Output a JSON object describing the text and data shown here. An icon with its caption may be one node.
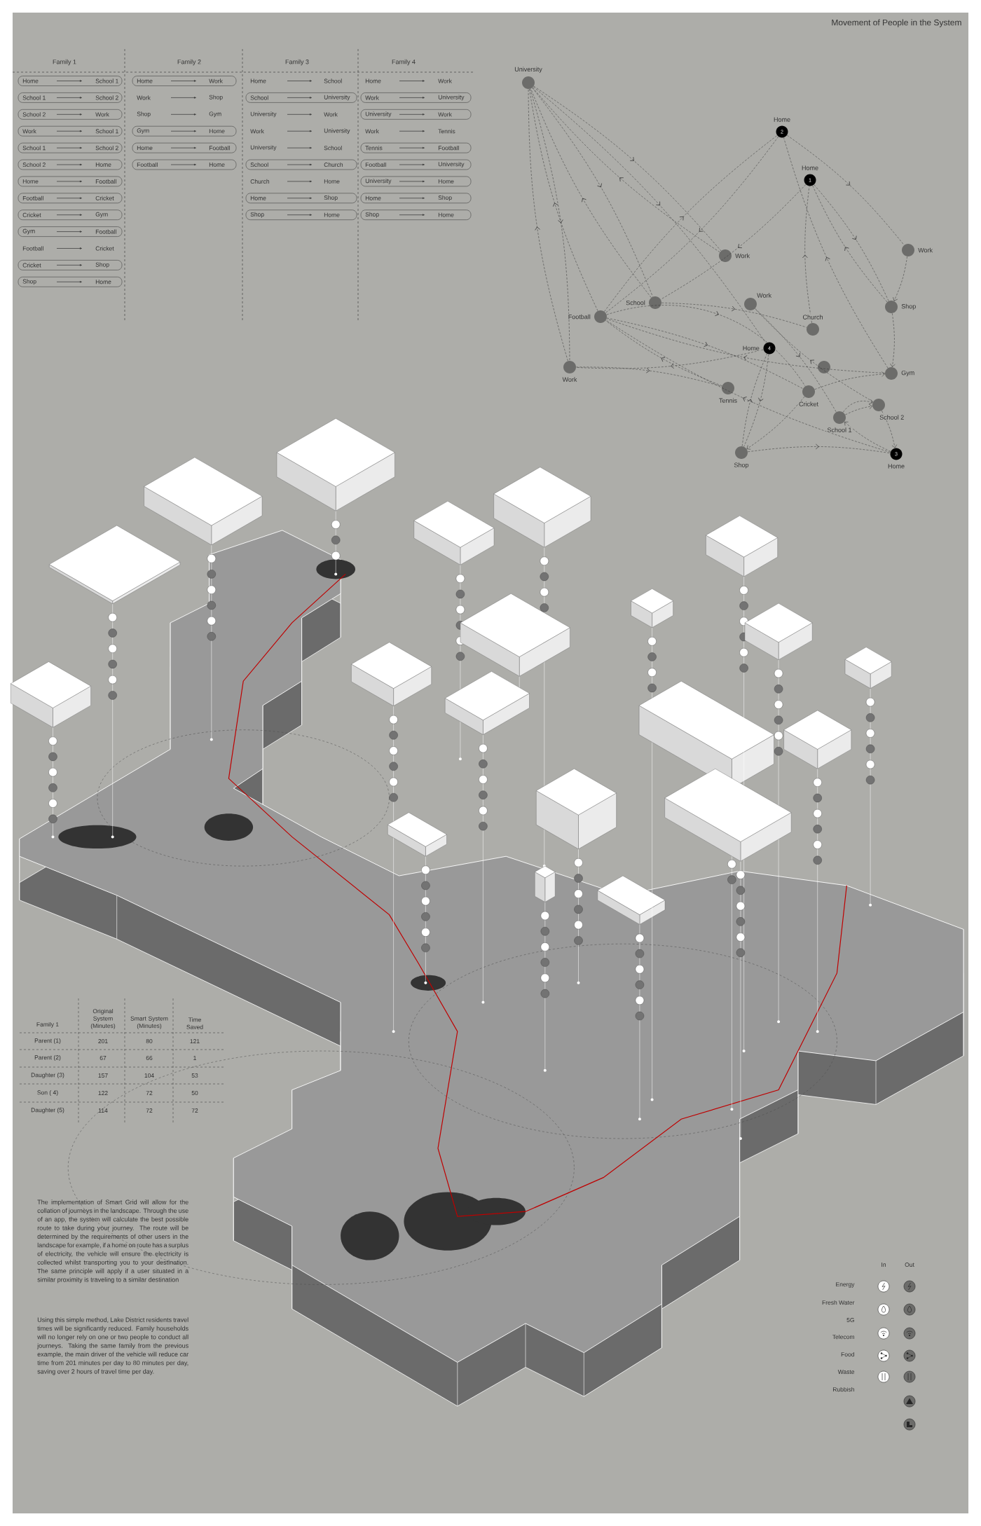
{
  "diagram": {
    "title": "Movement of People in the System",
    "nodes": [
      {
        "text": [],
        "shape": "circle",
        "beside": [
          "University"
        ]
      },
      {
        "text": [
          "2"
        ],
        "beside": [
          "Home"
        ]
      },
      {
        "text": [
          "1"
        ],
        "beside": [
          "Home"
        ]
      },
      {
        "text": [],
        "shape": "circle",
        "beside": [
          "Work"
        ]
      },
      {
        "text": [],
        "shape": "circle",
        "beside": [
          "Work"
        ]
      },
      {
        "text": [],
        "shape": "circle",
        "beside": [
          "School"
        ]
      },
      {
        "text": [],
        "shape": "circle",
        "beside": [
          "Work"
        ]
      },
      {
        "text": [],
        "shape": "circle",
        "beside": [
          "Football"
        ]
      },
      {
        "text": [],
        "shape": "circle",
        "beside": [
          "Shop"
        ]
      },
      {
        "text": [],
        "shape": "circle",
        "beside": [
          "Church"
        ]
      },
      {
        "text": [
          "4"
        ],
        "beside": [
          "Home"
        ]
      },
      {
        "text": [],
        "shape": "circle"
      },
      {
        "text": [],
        "shape": "circle",
        "beside": [
          "Gym"
        ]
      },
      {
        "text": [],
        "shape": "circle",
        "beside": [
          "Work"
        ]
      },
      {
        "text": [],
        "shape": "circle",
        "beside": [
          "Tennis"
        ]
      },
      {
        "text": [],
        "shape": "circle",
        "beside": [
          "Cricket"
        ]
      },
      {
        "text": [],
        "shape": "circle",
        "beside": [
          "School 1"
        ]
      },
      {
        "text": [],
        "shape": "circle",
        "beside": [
          "School 2"
        ]
      },
      {
        "text": [],
        "shape": "circle",
        "beside": [
          "Shop"
        ]
      },
      {
        "text": [
          "3"
        ],
        "beside": [
          "Home"
        ]
      }
    ],
    "edges": [
      {
        "from": 19,
        "to": 16,
        "arrow": "to",
        "style": "dashed"
      },
      {
        "from": 16,
        "to": 17,
        "arrow": "to",
        "style": "dashed"
      },
      {
        "from": 17,
        "to": 6,
        "arrow": "to",
        "style": "dashed"
      },
      {
        "from": 6,
        "to": 16,
        "arrow": "to",
        "style": "dashed"
      },
      {
        "from": 16,
        "to": 17,
        "arrow": "to",
        "style": "dashed"
      },
      {
        "from": 17,
        "to": 19,
        "arrow": "to",
        "style": "dashed"
      },
      {
        "from": 19,
        "to": 7,
        "arrow": "to",
        "style": "dashed"
      },
      {
        "from": 7,
        "to": 15,
        "arrow": "to",
        "style": "dashed"
      },
      {
        "from": 15,
        "to": 12,
        "arrow": "to",
        "style": "dashed"
      },
      {
        "from": 12,
        "to": 7,
        "arrow": "to",
        "style": "dashed"
      },
      {
        "from": 7,
        "to": 15,
        "arrow": "to",
        "style": "dashed"
      },
      {
        "from": 15,
        "to": 18,
        "arrow": "to",
        "style": "dashed"
      },
      {
        "from": 18,
        "to": 19,
        "arrow": "to",
        "style": "dashed"
      },
      {
        "from": 1,
        "to": 3,
        "arrow": "to",
        "style": "dashed"
      },
      {
        "from": 3,
        "to": 8,
        "arrow": "to",
        "style": "dashed"
      },
      {
        "from": 8,
        "to": 12,
        "arrow": "to",
        "style": "dashed"
      },
      {
        "from": 12,
        "to": 1,
        "arrow": "to",
        "style": "dashed"
      },
      {
        "from": 1,
        "to": 7,
        "arrow": "to",
        "style": "dashed"
      },
      {
        "from": 7,
        "to": 1,
        "arrow": "to",
        "style": "dashed"
      },
      {
        "from": 2,
        "to": 5,
        "arrow": "to",
        "style": "dashed"
      },
      {
        "from": 5,
        "to": 0,
        "arrow": "to",
        "style": "dashed"
      },
      {
        "from": 0,
        "to": 4,
        "arrow": "to",
        "style": "dashed"
      },
      {
        "from": 4,
        "to": 0,
        "arrow": "to",
        "style": "dashed"
      },
      {
        "from": 0,
        "to": 5,
        "arrow": "to",
        "style": "dashed"
      },
      {
        "from": 5,
        "to": 9,
        "arrow": "to",
        "style": "dashed"
      },
      {
        "from": 9,
        "to": 2,
        "arrow": "to",
        "style": "dashed"
      },
      {
        "from": 2,
        "to": 8,
        "arrow": "to",
        "style": "dashed"
      },
      {
        "from": 8,
        "to": 2,
        "arrow": "to",
        "style": "dashed"
      },
      {
        "from": 10,
        "to": 13,
        "arrow": "to",
        "style": "dashed"
      },
      {
        "from": 13,
        "to": 0,
        "arrow": "to",
        "style": "dashed"
      },
      {
        "from": 0,
        "to": 13,
        "arrow": "to",
        "style": "dashed"
      },
      {
        "from": 13,
        "to": 14,
        "arrow": "to",
        "style": "dashed"
      },
      {
        "from": 14,
        "to": 7,
        "arrow": "to",
        "style": "dashed"
      },
      {
        "from": 7,
        "to": 0,
        "arrow": "to",
        "style": "dashed"
      },
      {
        "from": 0,
        "to": 10,
        "arrow": "to",
        "style": "dashed"
      },
      {
        "from": 10,
        "to": 18,
        "arrow": "to",
        "style": "dashed"
      },
      {
        "from": 18,
        "to": 10,
        "arrow": "to",
        "style": "dashed"
      }
    ],
    "labels": [
      "Family 1",
      "Family 2",
      "Family 3",
      "Family 4",
      "Home",
      "School 1",
      "School 1",
      "School 2",
      "School 2",
      "Work",
      "Work",
      "School 1",
      "School 1",
      "School 2",
      "School 2",
      "Home",
      "Home",
      "Football",
      "Football",
      "Cricket",
      "Cricket",
      "Gym",
      "Gym",
      "Football",
      "Football",
      "Cricket",
      "Cricket",
      "Shop",
      "Shop",
      "Home",
      "Home",
      "Work",
      "Work",
      "Shop",
      "Shop",
      "Gym",
      "Gym",
      "Home",
      "Home",
      "Football",
      "Football",
      "Home",
      "Home",
      "School",
      "School",
      "University",
      "University",
      "Work",
      "Work",
      "University",
      "University",
      "School",
      "School",
      "Church",
      "Church",
      "Home",
      "Home",
      "Shop",
      "Shop",
      "Home",
      "Home",
      "Work",
      "Work",
      "University",
      "University",
      "Work",
      "Work",
      "Tennis",
      "Tennis",
      "Football",
      "Football",
      "University",
      "University",
      "Home",
      "Home",
      "Shop",
      "Shop",
      "Home",
      "Family 1",
      "Original System (Minutes)",
      "Smart System (Minutes)",
      "Time Saved",
      "Parent (1)",
      "201",
      "80",
      "121",
      "Parent (2)",
      "67",
      "66",
      "1",
      "Daughter (3)",
      "157",
      "104",
      "53",
      "Son ( 4)",
      "122",
      "72",
      "50",
      "Daughter (5)",
      "114",
      "72",
      "72",
      "The implementation of Smart Grid will allow for the collation of journeys in the landscape. Through the use of an app, the system will calculate the best possible route to take during your journey. The route will be determined by the requirements of other users in the landscape for example, if a home on route has a surplus of electricity, the vehicle will ensure the electricity is collected whilst transporting you to your destination. The same principle will apply  if a user situated in a similar proximity is traveling to a similar destination",
      "Using this simple method, Lake District residents travel times will be significantly reduced. Family households will no longer rely on one or two people to conduct all journeys. Taking the same family from the previous example, the main driver of the vehicle will reduce car time from 201 minutes per day to 80 minutes per day, saving over 2 hours of travel time per day.",
      "In",
      "Out"
    ],
    "legend": [
      {
        "text": "Energy"
      },
      {
        "text": "Fresh Water"
      },
      {
        "text": "5G"
      },
      {
        "text": "Telecom"
      },
      {
        "text": "Food"
      },
      {
        "text": "Waste"
      },
      {
        "text": "Rubbish"
      }
    ]
  }
}
